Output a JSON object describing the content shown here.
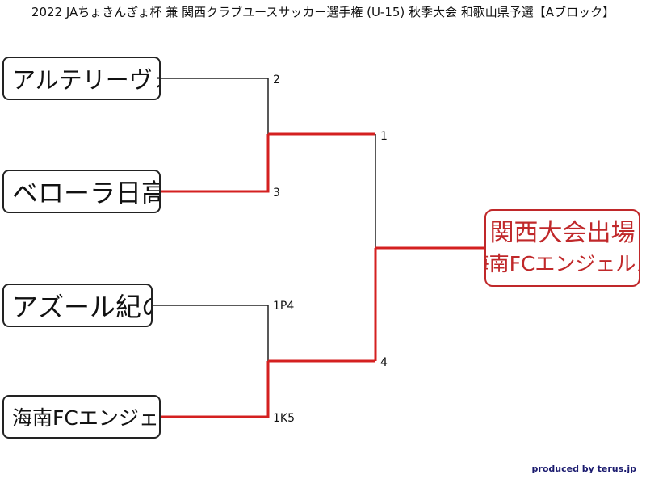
{
  "title": "2022 JAちょきんぎょ杯 兼 関西クラブユースサッカー選手権 (U-15) 秋季大会 和歌山県予選【Aブロック】",
  "teams": [
    "アルテリーヴォ和歌山",
    "ベローラ日高",
    "アズール紀の海",
    "海南FCエンジェルス"
  ],
  "scores": {
    "m1_top": "2",
    "m1_bottom": "3",
    "m2_top": "1P4",
    "m2_bottom": "1K5",
    "final_top": "1",
    "final_bottom": "4"
  },
  "winner": {
    "label": "関西大会出場",
    "team": "海南FCエンジェルス"
  },
  "credit": "produced by terus.jp",
  "colors": {
    "winner_line": "#d42020",
    "normal_line": "#222222",
    "winner_text": "#c0282a"
  }
}
